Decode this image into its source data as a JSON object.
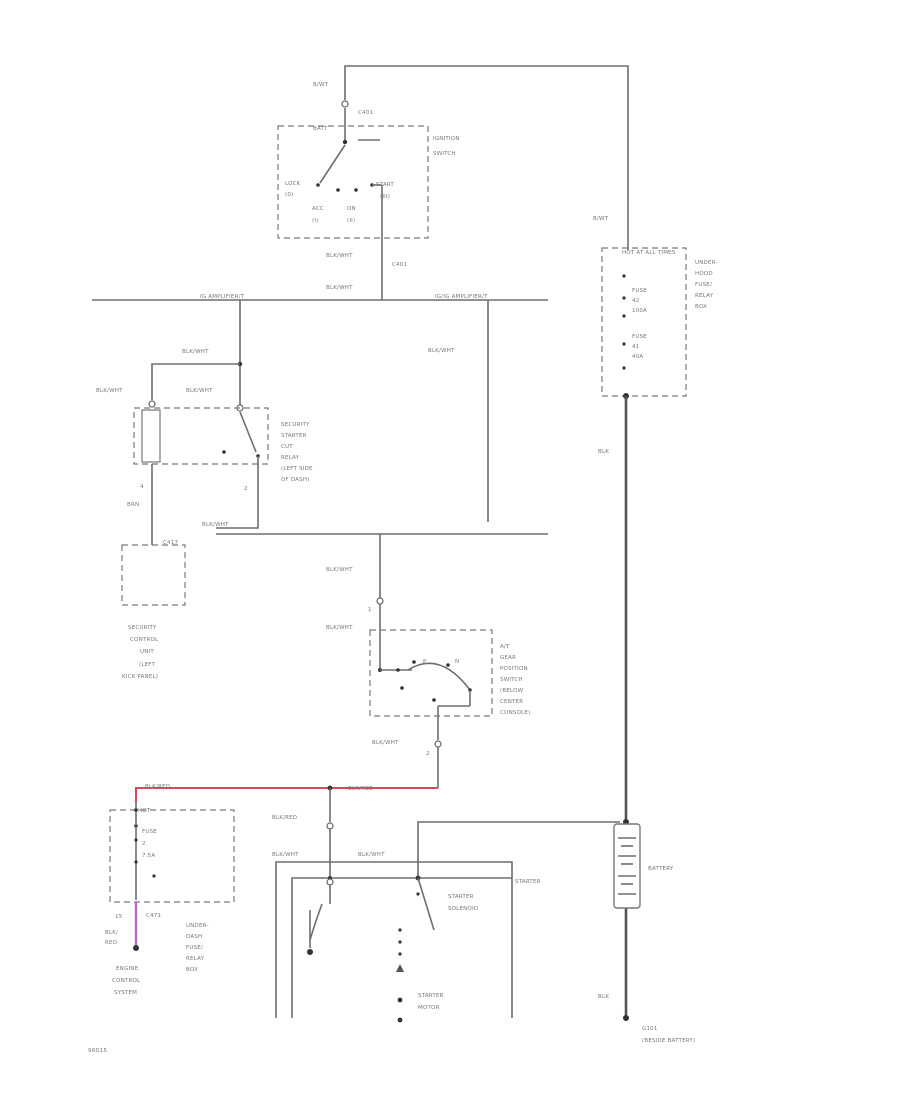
{
  "labels": {
    "ign_switch_1": "IGNITION",
    "ign_switch_2": "SWITCH",
    "batt_top": "B/WT",
    "c401": "C401",
    "ign_batt": "BATT",
    "lock": "LOCK",
    "lock0": "(0)",
    "acc": "ACC",
    "acc1": "(I)",
    "on": "ON",
    "on2": "(II)",
    "start": "START",
    "start3": "(III)",
    "bkwt_1": "BLK/WHT",
    "c401b": "C401",
    "bkwt_2": "BLK/WHT",
    "bus_left": "IG AMPLIFIER/T",
    "bus_right": "IG/IG AMPLIFIER/T",
    "bkwt_3": "BLK/WHT",
    "bkwt_4": "BLK/WHT",
    "bkwt_5": "BLK/WHT",
    "bkwt_6": "BLK/WHT",
    "relay_1": "SECURITY",
    "relay_2": "STARTER",
    "relay_3": "CUT",
    "relay_4": "RELAY",
    "relay_5": "(LEFT SIDE",
    "relay_6": "OF DASH)",
    "brn_num": "4",
    "brn": "BRN",
    "relay_pin": "2",
    "bkwt_7": "BLK/WHT",
    "c417": "C417",
    "scu_1": "SECURITY",
    "scu_2": "CONTROL",
    "scu_3": "UNIT",
    "scu_4": "(LEFT",
    "scu_5": "KICK PANEL)",
    "bkwt_8": "BLK/WHT",
    "pin1": "1",
    "bkwt_9": "BLK/WHT",
    "gear_1": "A/T",
    "gear_2": "GEAR",
    "gear_3": "POSITION",
    "gear_4": "SWITCH",
    "gear_5": "(BELOW",
    "gear_6": "CENTER",
    "gear_7": "CONSOLE)",
    "gear_p": "P",
    "gear_n": "N",
    "bkwt_10": "BLK/WHT",
    "pin2": "2",
    "blkred_1": "BLK/RED",
    "blkred_2": "BLK/RED",
    "blkred_3": "BLK/RED",
    "fuse_top": "FUSE",
    "fuse_num": "2",
    "fuse_amp": "7.5A",
    "c-hot": "HOT",
    "c471": "C471",
    "uhb_1": "UNDER-",
    "uhb_2": "DASH",
    "uhb_3": "FUSE/",
    "uhb_4": "RELAY",
    "uhb_5": "BOX",
    "c_num": "15",
    "blk_red_v": "BLK/",
    "blk_red_v2": "RED",
    "ecs_1": "ENGINE",
    "ecs_2": "CONTROL",
    "ecs_3": "SYSTEM",
    "bkwt_11": "BLK/WHT",
    "bkwt_12": "BLK/WHT",
    "starter": "STARTER",
    "sol_1": "STARTER",
    "sol_2": "SOLENOID",
    "motor_1": "STARTER",
    "motor_2": "MOTOR",
    "battery": "BATTERY",
    "bwt_r": "B/WT",
    "ufr_hot": "HOT AT ALL TIMES",
    "ufr_1": "UNDER-",
    "ufr_2": "HOOD",
    "ufr_3": "FUSE/",
    "ufr_4": "RELAY",
    "ufr_5": "BOX",
    "fuse_a": "FUSE",
    "fuse_a2": "42",
    "fuse_a3": "100A",
    "fuse_b": "FUSE",
    "fuse_b2": "41",
    "fuse_b3": "40A",
    "blk_1": "BLK",
    "blk_2": "BLK",
    "g101": "G101",
    "g101_2": "(BESIDE BATTERY)",
    "code": "96D15"
  }
}
